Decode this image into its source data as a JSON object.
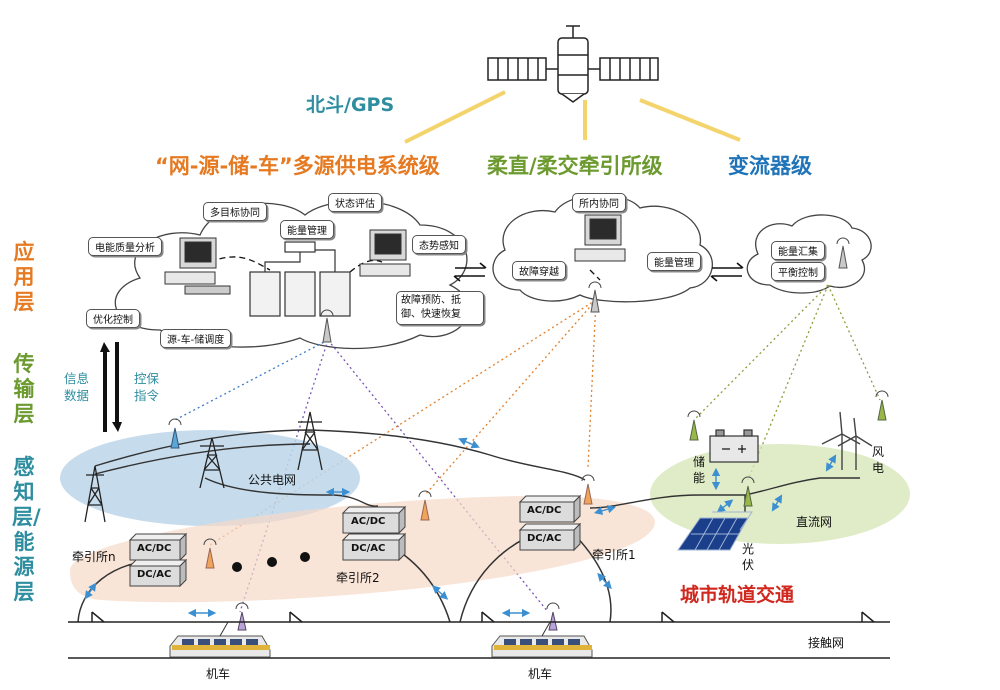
{
  "headings": {
    "satellite": "北斗/GPS",
    "system_level": "“网-源-储-车”多源供电系统级",
    "substation_level": "柔直/柔交牵引所级",
    "converter_level": "变流器级"
  },
  "layers": {
    "application": "应用层",
    "transmission": "传输层",
    "perception_energy": "感知层/能源层"
  },
  "arrows": {
    "info_data": "信息数据",
    "control_command": "控保指令"
  },
  "system_cloud": {
    "multi_target": "多目标协同",
    "state_assessment": "状态评估",
    "energy_management": "能量管理",
    "power_quality": "电能质量分析",
    "situation_awareness": "态势感知",
    "optimization_control": "优化控制",
    "dispatch": "源-车-储调度",
    "fault_prevention": "故障预防、抵御、快速恢复"
  },
  "substation_cloud": {
    "coordination": "所内协同",
    "fault_ride_through": "故障穿越",
    "energy_management": "能量管理"
  },
  "converter_cloud": {
    "aggregation": "能量汇集",
    "balance_control": "平衡控制"
  },
  "ground": {
    "public_grid": "公共电网",
    "substation_n": "牵引所n",
    "substation_2": "牵引所2",
    "substation_1": "牵引所1",
    "dc_network": "直流网",
    "storage": "储能",
    "wind": "风电",
    "pv": "光伏",
    "urban_rail": "城市轨道交通",
    "catenary": "接触网",
    "locomotive": "机车"
  },
  "converters": {
    "ac_dc": "AC/DC",
    "dc_ac": "DC/AC"
  }
}
